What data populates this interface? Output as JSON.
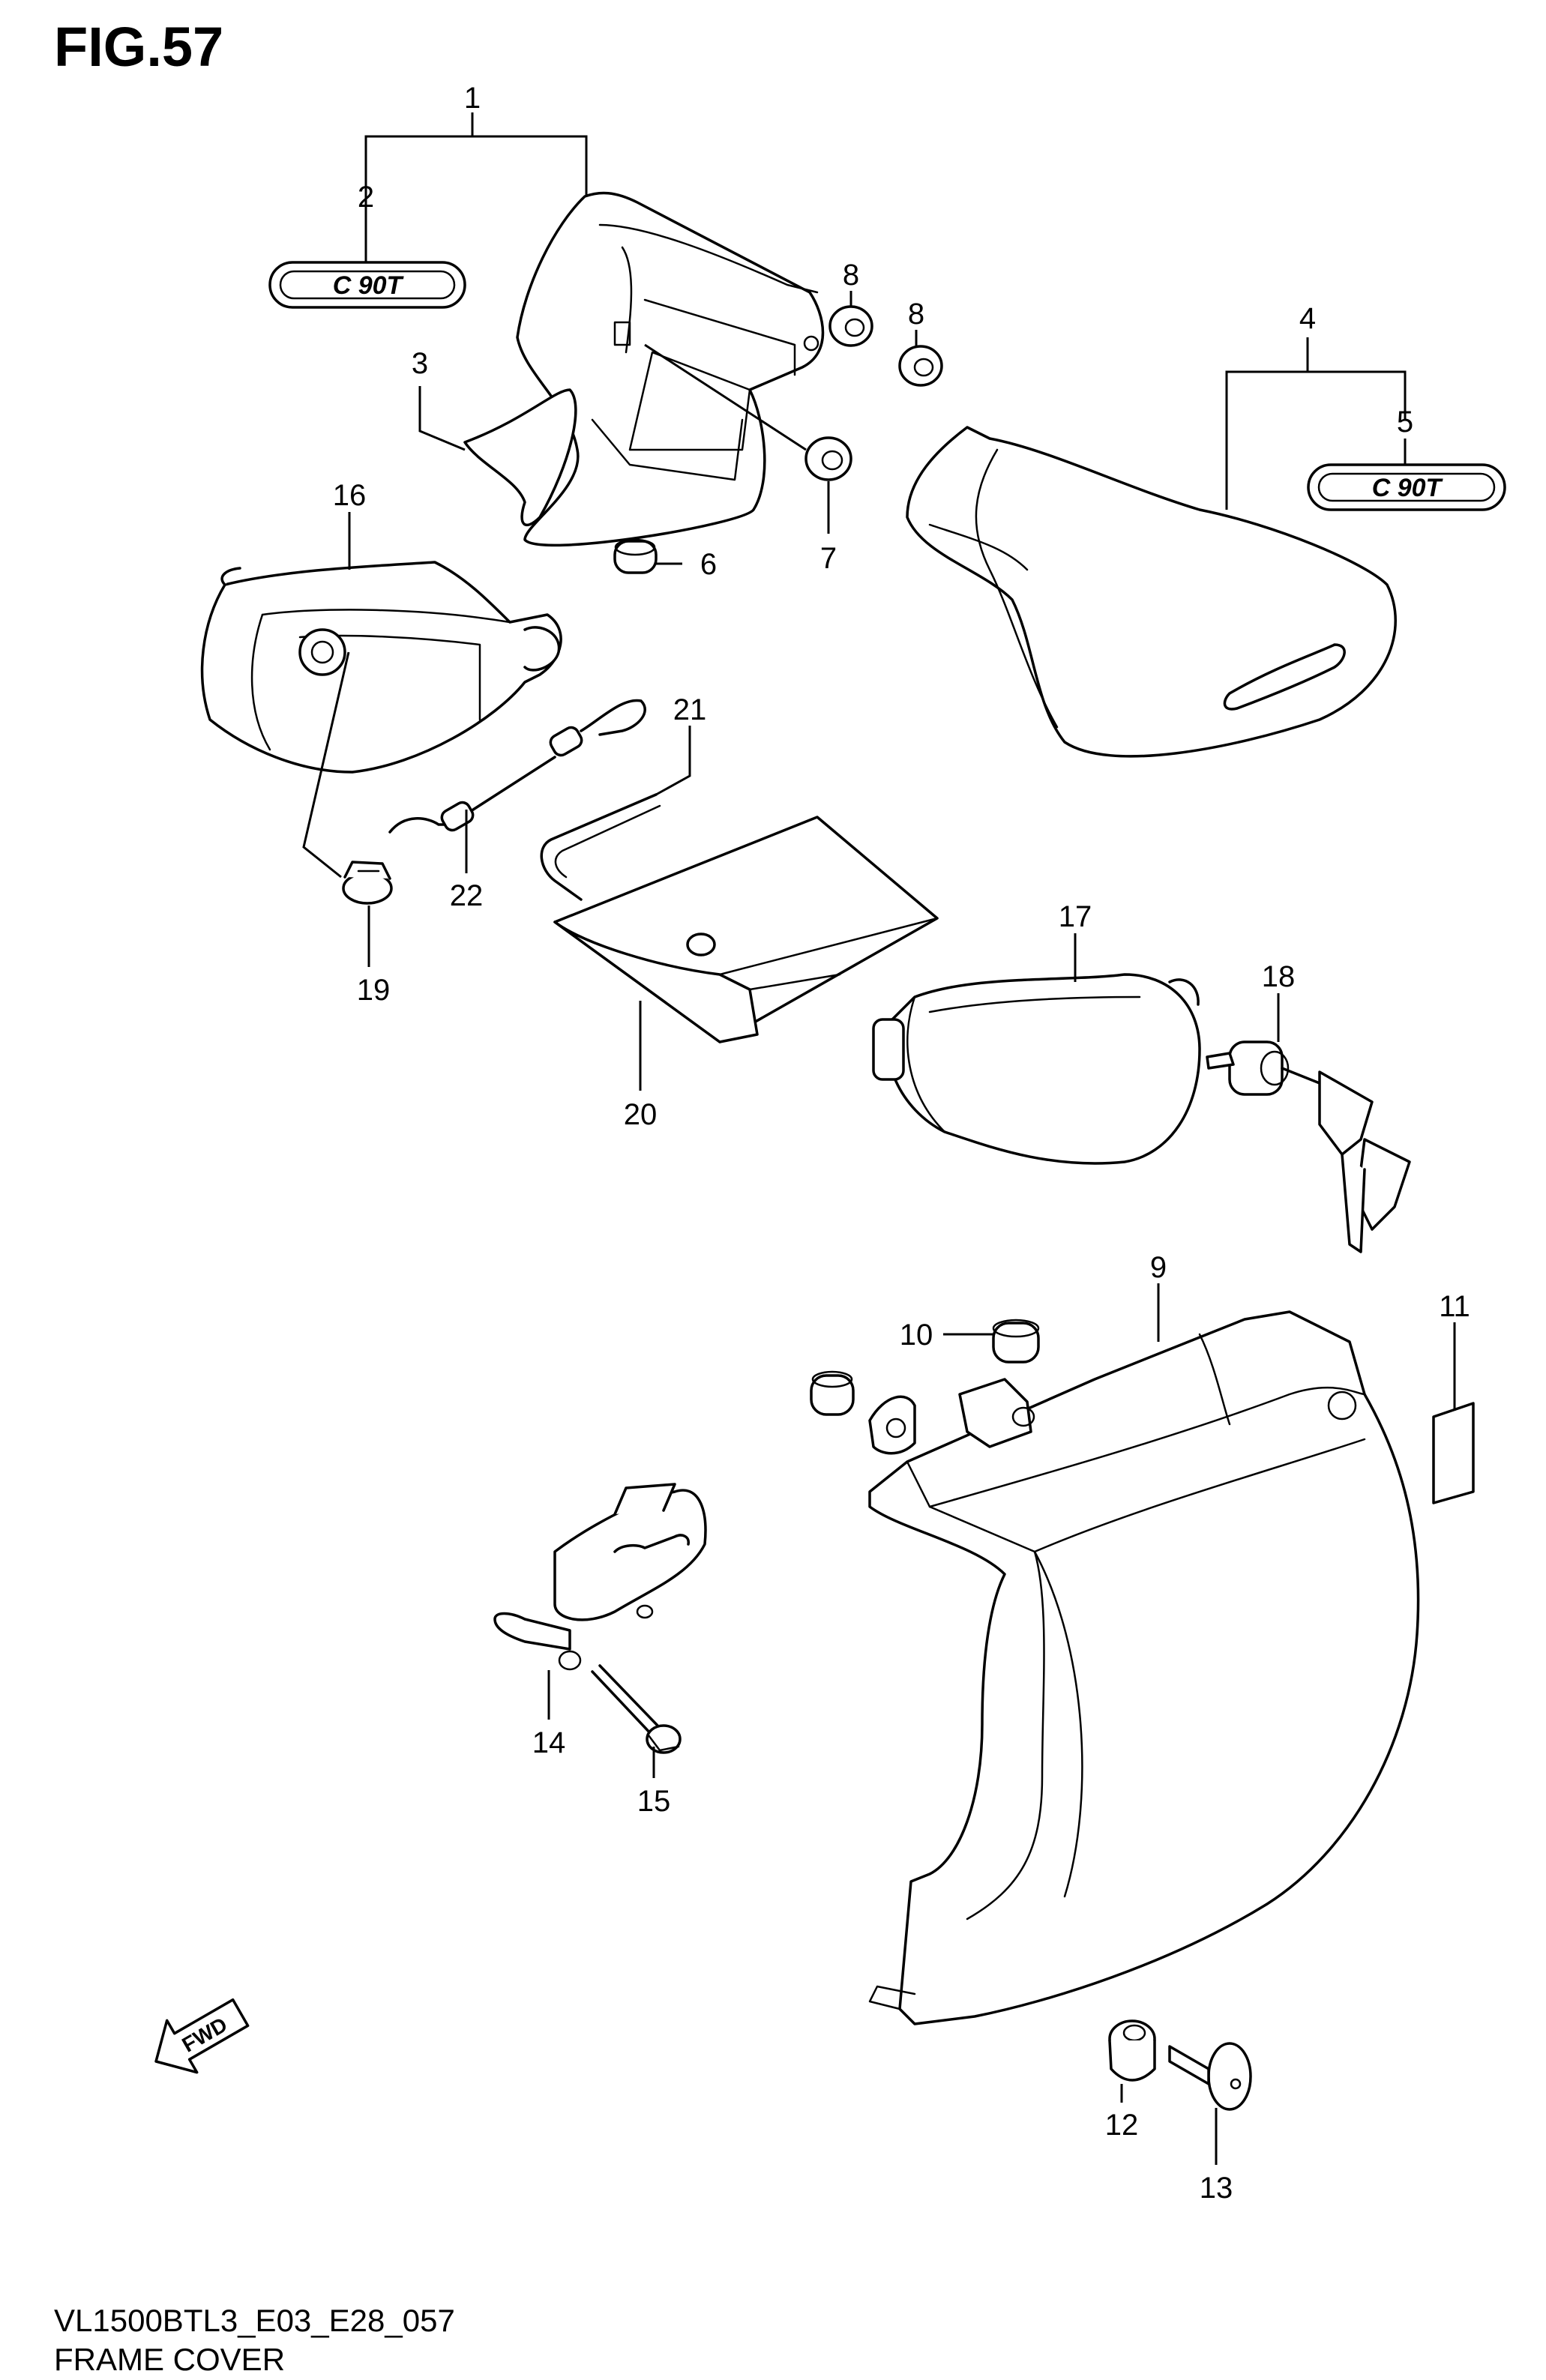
{
  "figure": {
    "title": "FIG.57"
  },
  "footer": {
    "code": "VL1500BTL3_E03_E28_057",
    "caption": "FRAME COVER"
  },
  "emblem": {
    "text": "C 90T"
  },
  "fwd_arrow": {
    "text": "FWD"
  },
  "callouts": [
    "1",
    "2",
    "3",
    "4",
    "5",
    "6",
    "7",
    "8",
    "8",
    "9",
    "10",
    "11",
    "12",
    "13",
    "14",
    "15",
    "16",
    "17",
    "18",
    "19",
    "20",
    "21",
    "22"
  ]
}
